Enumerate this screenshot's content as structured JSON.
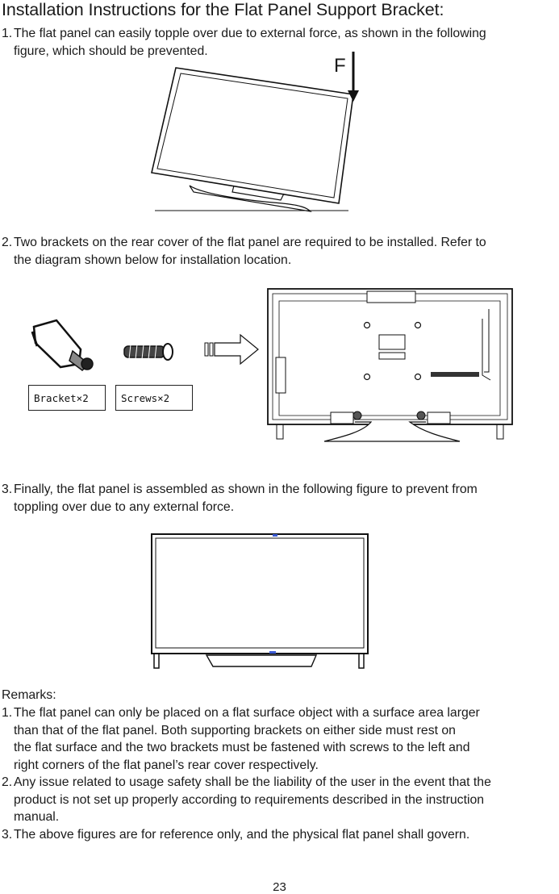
{
  "title": "Installation Instructions for the Flat Panel Support Bracket:",
  "steps": [
    {
      "number": "1.",
      "text_line1": "The flat panel can easily topple over due to external force, as shown in the following",
      "text_line2": "figure, which should be prevented."
    },
    {
      "number": "2.",
      "text_line1": "Two brackets on the rear cover of the flat panel are required to be installed. Refer to",
      "text_line2": "the diagram shown below for installation location."
    },
    {
      "number": "3.",
      "text_line1": "Finally, the flat panel is assembled as shown in the following figure to prevent from",
      "text_line2": "toppling over due to any external force."
    }
  ],
  "figure1": {
    "force_label": "F"
  },
  "figure2": {
    "bracket_label": "Bracket×2",
    "screws_label": "Screws×2"
  },
  "remarks": {
    "heading": "Remarks:",
    "items": [
      {
        "number": "1.",
        "lines": [
          "The flat panel can only be placed on a flat surface object with a surface area larger",
          "than that of the flat panel. Both supporting brackets on either side must rest on",
          "the flat surface and the two brackets must be fastened with screws to the left and",
          "right corners of the flat panel’s rear cover respectively."
        ]
      },
      {
        "number": "2.",
        "lines": [
          "Any issue related to usage safety shall be the liability of the user in the event that the",
          "product is not set up properly according to requirements described in the instruction",
          "manual."
        ]
      },
      {
        "number": "3.",
        "lines": [
          "The above figures are for reference only, and the physical flat panel shall govern."
        ]
      }
    ]
  },
  "page_number": "23"
}
